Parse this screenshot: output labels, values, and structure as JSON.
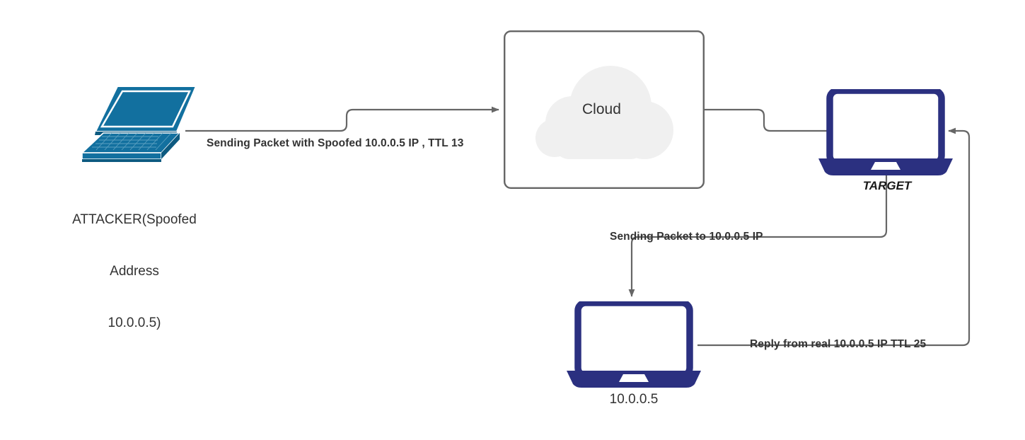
{
  "diagram": {
    "title": "IP Spoofing TTL Diagram",
    "background": "#ffffff",
    "line_color": "#666666",
    "text_color": "#333333",
    "accent_navy": "#2b3080",
    "accent_teal": "#12709f",
    "cloud_fill": "#f0f0f0"
  },
  "nodes": {
    "attacker": {
      "icon": "laptop-isometric-icon",
      "label_line1": "ATTACKER(Spoofed",
      "label_line2": "Address",
      "label_line3": "10.0.0.5)",
      "label_full": "ATTACKER(Spoofed Address 10.0.0.5)"
    },
    "cloud": {
      "icon": "cloud-icon",
      "label": "Cloud"
    },
    "target": {
      "icon": "laptop-icon",
      "label": "TARGET"
    },
    "host": {
      "icon": "laptop-icon",
      "label": "10.0.0.5"
    }
  },
  "edges": [
    {
      "id": "attacker-to-cloud",
      "label": "Sending Packet with Spoofed 10.0.0.5 IP , TTL 13",
      "from": "attacker",
      "to": "cloud",
      "arrow": "end"
    },
    {
      "id": "cloud-to-target",
      "label": "",
      "from": "cloud",
      "to": "target",
      "arrow": "none"
    },
    {
      "id": "target-to-host",
      "label": "Sending Packet to 10.0.0.5 IP",
      "from": "target",
      "to": "host",
      "arrow": "end"
    },
    {
      "id": "host-to-target",
      "label": "Reply from real 10.0.0.5 IP TTL 25",
      "from": "host",
      "to": "target",
      "arrow": "end"
    }
  ]
}
